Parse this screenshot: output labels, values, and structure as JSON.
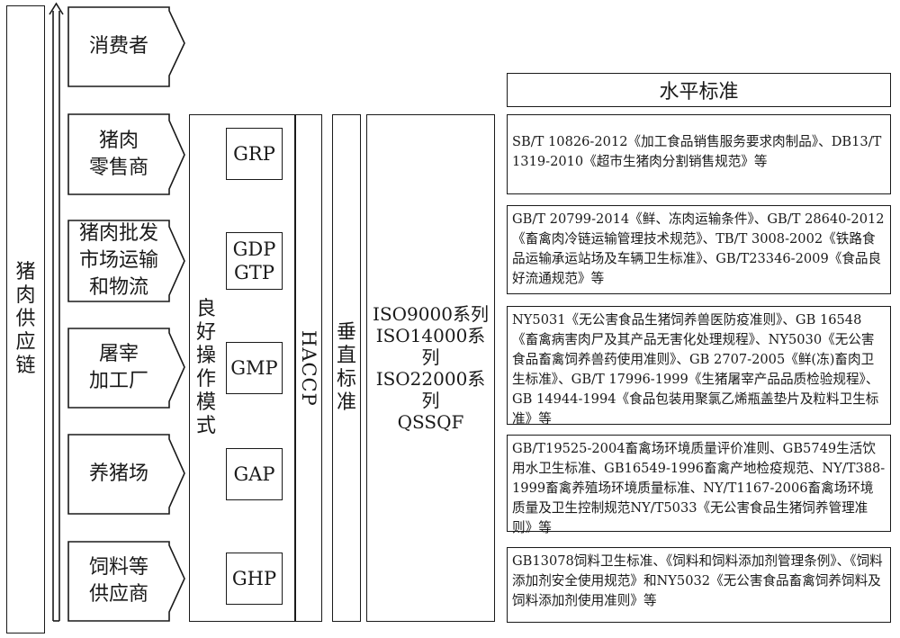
{
  "supply_chain_label": "猪肉供应链",
  "stages": [
    {
      "label": "消费者"
    },
    {
      "label": "猪肉\n零售商"
    },
    {
      "label": "猪肉批发\n市场运输\n和物流"
    },
    {
      "label": "屠宰\n加工厂"
    },
    {
      "label": "养猪场"
    },
    {
      "label": "饲料等\n供应商"
    }
  ],
  "good_practice_label": "良好操作模式",
  "good_practices": [
    "GRP",
    "GDP\nGTP",
    "GMP",
    "GAP",
    "GHP"
  ],
  "haccp_label": "HACCP",
  "vertical_label": "垂直标准",
  "iso_text": "ISO9000系列\nISO14000系列\nISO22000系列\nQSSQF",
  "horizontal_header": "水平标准",
  "horizontal_standards": [
    "SB/T 10826-2012《加工食品销售服务要求肉制品》、DB13/T 1319-2010《超市生猪肉分割销售规范》等",
    "GB/T 20799-2014《鲜、冻肉运输条件》、GB/T 28640-2012《畜禽肉冷链运输管理技术规范》、TB/T 3008-2002《铁路食品运输承运站场及车辆卫生标准》、GB/T23346-2009《食品良好流通规范》等",
    "NY5031《无公害食品生猪饲养兽医防疫准则》、GB 16548《畜禽病害肉尸及其产品无害化处理规程》、NY5030《无公害食品畜禽饲养兽药使用准则》、GB 2707-2005《鲜(冻)畜肉卫生标准》、GB/T 17996-1999《生猪屠宰产品品质检验规程》、GB 14944-1994《食品包装用聚氯乙烯瓶盖垫片及粒料卫生标准》等",
    "GB/T19525-2004畜禽场环境质量评价准则、GB5749生活饮用水卫生标准、GB16549-1996畜禽产地检疫规范、NY/T388-1999畜禽养殖场环境质量标准、NY/T1167-2006畜禽场环境质量及卫生控制规范NY/T5033《无公害食品生猪饲养管理准则》等",
    "GB13078饲料卫生标准、《饲料和饲料添加剂管理条例》、《饲料添加剂安全使用规范》和NY5032《无公害食品畜禽饲养饲料及饲料添加剂使用准则》等"
  ]
}
